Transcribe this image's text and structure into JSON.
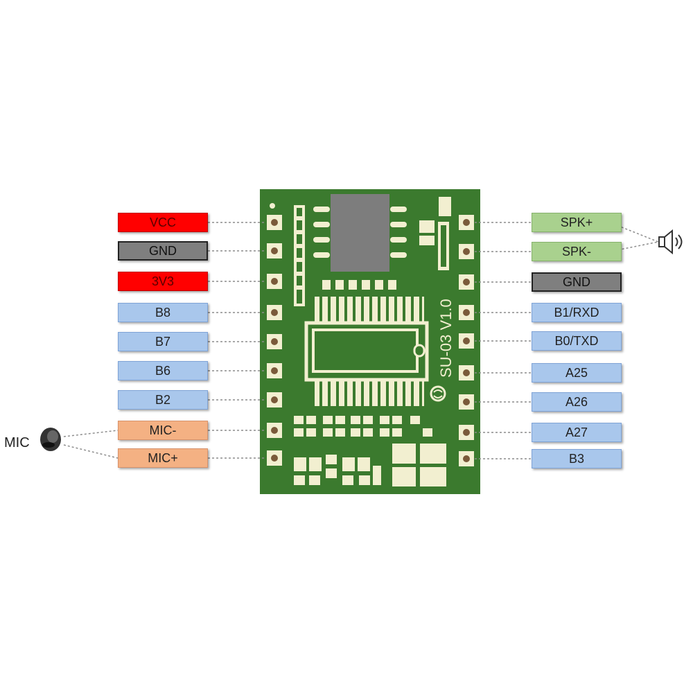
{
  "board": {
    "silkscreen": "SU-03 V1.0"
  },
  "left_pins": [
    {
      "label": "VCC",
      "color": "#ff0000"
    },
    {
      "label": "GND",
      "color": "#7f7f7f"
    },
    {
      "label": "3V3",
      "color": "#ff0000"
    },
    {
      "label": "B8",
      "color": "#a9c7ec"
    },
    {
      "label": "B7",
      "color": "#a9c7ec"
    },
    {
      "label": "B6",
      "color": "#a9c7ec"
    },
    {
      "label": "B2",
      "color": "#a9c7ec"
    },
    {
      "label": "MIC-",
      "color": "#f4b183"
    },
    {
      "label": "MIC+",
      "color": "#f4b183"
    }
  ],
  "right_pins": [
    {
      "label": "SPK+",
      "color": "#a9d18e"
    },
    {
      "label": "SPK-",
      "color": "#a9d18e"
    },
    {
      "label": "GND",
      "color": "#7f7f7f"
    },
    {
      "label": "B1/RXD",
      "color": "#a9c7ec"
    },
    {
      "label": "B0/TXD",
      "color": "#a9c7ec"
    },
    {
      "label": "A25",
      "color": "#a9c7ec"
    },
    {
      "label": "A26",
      "color": "#a9c7ec"
    },
    {
      "label": "A27",
      "color": "#a9c7ec"
    },
    {
      "label": "B3",
      "color": "#a9c7ec"
    }
  ],
  "microphone": {
    "label": "MIC",
    "icon": "microphone-icon"
  },
  "speaker": {
    "icon": "speaker-icon"
  },
  "colors": {
    "pcb": "#3b7a2e",
    "pad": "#f2efd0",
    "ic": "#7d7d7d"
  }
}
